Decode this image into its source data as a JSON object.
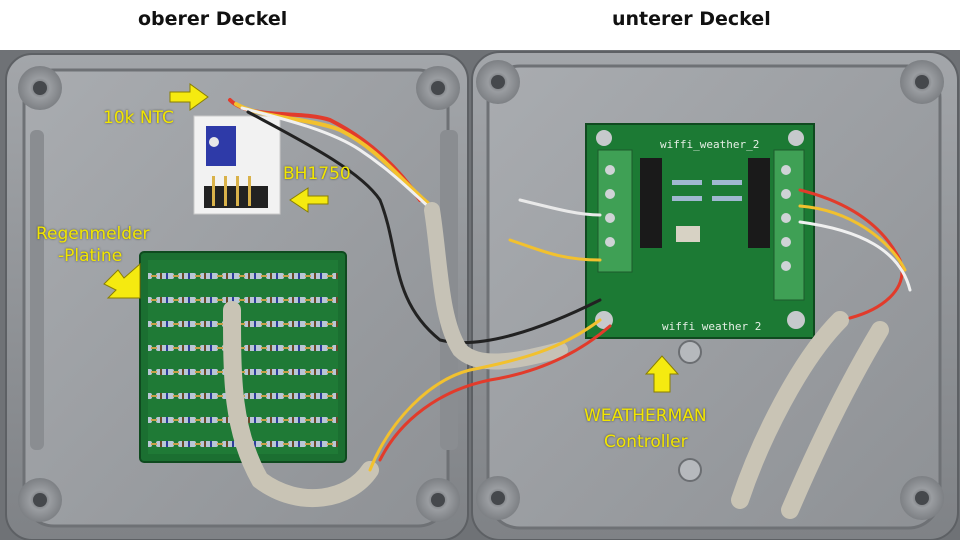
{
  "headings": {
    "upper_lid": "oberer Deckel",
    "lower_lid": "unterer Deckel"
  },
  "labels": {
    "ntc": "10k NTC",
    "bh1750": "BH1750",
    "rain_line1": "Regenmelder",
    "rain_line2": "-Platine",
    "weatherman_line1": "WEATHERMAN",
    "weatherman_line2": "Controller"
  },
  "pcb_text": {
    "top": "wiffi_weather_2",
    "bottom": "wiffi weather 2"
  },
  "colors": {
    "housing": "#8c8f93",
    "housing_inner": "#9a9da1",
    "pcb_green": "#1c7a34",
    "terminal_green": "#3fa055",
    "annotation_yellow": "#f2e600",
    "arrow_yellow": "#f5ea10"
  }
}
